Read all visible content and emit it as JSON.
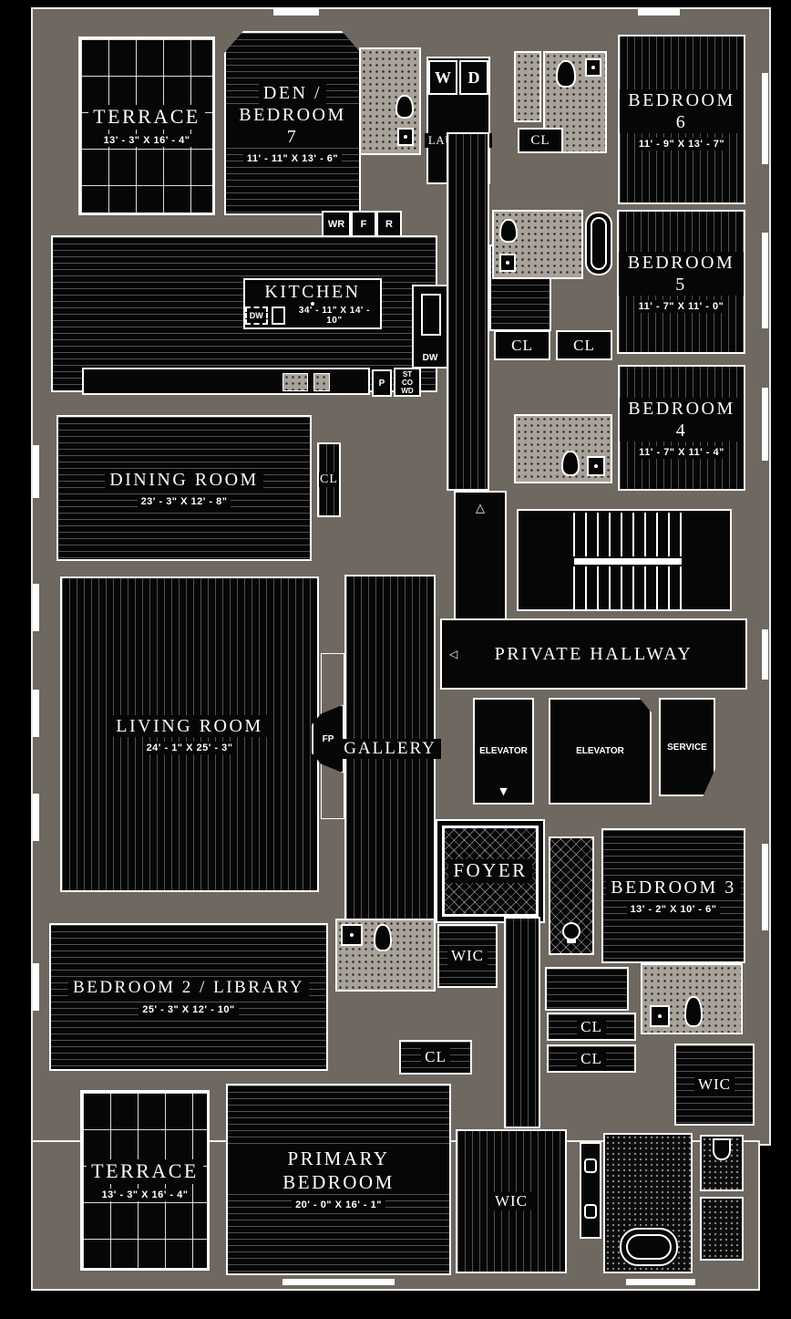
{
  "colors": {
    "wall": "#6e6860",
    "floor": "#060606",
    "line": "#ffffff",
    "tile_light": "#a8a29a"
  },
  "labels": {
    "terrace_top": "TERRACE",
    "terrace_top_dims": "13' - 3\" X 16' - 4\"",
    "den_line1": "DEN /",
    "den_line2": "BEDROOM 7",
    "den_dims": "11' - 11\" X 13' - 6\"",
    "washer": "W",
    "dryer": "D",
    "laundry": "LAUNDRY",
    "cl_laundry": "CL",
    "bedroom6": "BEDROOM 6",
    "bedroom6_dims": "11' - 9\" X 13' - 7\"",
    "wr": "WR",
    "f": "F",
    "r": "R",
    "kitchen": "KITCHEN",
    "kitchen_dims": "34' - 11\" X 14' - 10\"",
    "dw_island": "DW",
    "dw_wall": "DW",
    "p": "P",
    "st": "ST",
    "co": "CO",
    "wd": "WD",
    "bedroom5": "BEDROOM 5",
    "bedroom5_dims": "11' - 7\" X 11' - 0\"",
    "cl_b5_left": "CL",
    "cl_b5_right": "CL",
    "bedroom4": "BEDROOM 4",
    "bedroom4_dims": "11' - 7\" X 11' - 4\"",
    "dining": "DINING ROOM",
    "dining_dims": "23' - 3\" X 12' - 8\"",
    "cl_dining": "CL",
    "private_hallway": "PRIVATE HALLWAY",
    "living": "LIVING ROOM",
    "living_dims": "24' - 1\" X 25' - 3\"",
    "fp": "FP",
    "gallery": "GALLERY",
    "elevator_a": "ELEVATOR",
    "elevator_b": "ELEVATOR",
    "service": "SERVICE",
    "foyer": "FOYER",
    "bedroom3": "BEDROOM 3",
    "bedroom3_dims": "13' - 2\" X 10' - 6\"",
    "wic_foyer": "WIC",
    "wic_mid": "WIC",
    "wic_primary": "WIC",
    "bedroom2": "BEDROOM 2 / LIBRARY",
    "bedroom2_dims": "25' - 3\" X 12' - 10\"",
    "cl_hall": "CL",
    "cl_mid_upper": "CL",
    "cl_mid_lower": "CL",
    "terrace_bottom": "TERRACE",
    "terrace_bottom_dims": "13' - 3\" X 16' - 4\"",
    "primary": "PRIMARY BEDROOM",
    "primary_dims": "20' - 0\" X 16' - 1\""
  },
  "arrows": {
    "up": "△",
    "down": "▼",
    "left": "◁"
  }
}
